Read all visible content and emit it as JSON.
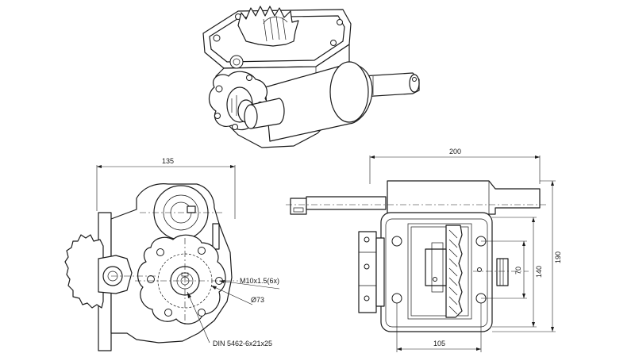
{
  "dimensions": {
    "overall_width_left": "135",
    "overall_length_right": "200",
    "thread": "M10x1.5(6x)",
    "bolt_circle": "Ø73",
    "spline": "DIN 5462-6x21x25",
    "gear_offset": "70",
    "flange_height": "140",
    "overall_height": "190",
    "flange_width": "105"
  }
}
